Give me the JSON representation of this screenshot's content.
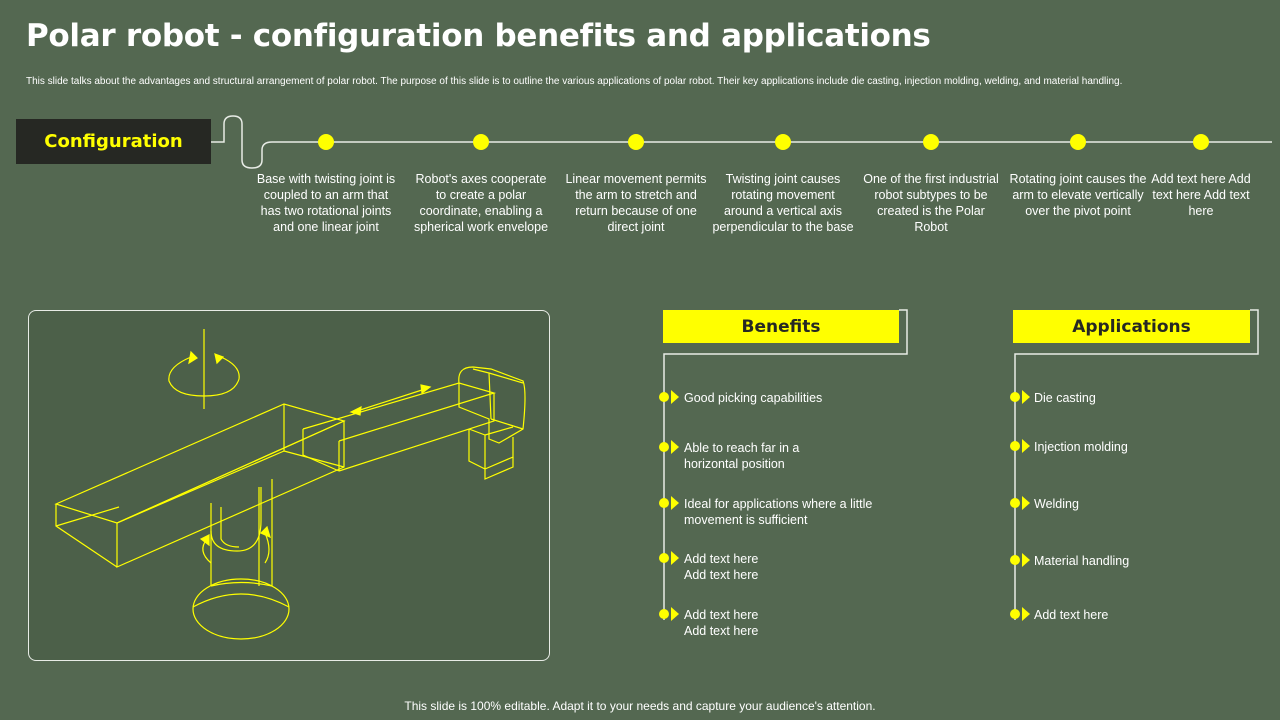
{
  "title": "Polar robot - configuration benefits and applications",
  "subtitle": "This slide talks about the advantages and structural arrangement of polar robot. The purpose of this slide is to outline the various applications of polar robot. Their key applications include die casting, injection molding,  welding, and material handling.",
  "configuration": {
    "label": "Configuration",
    "items": [
      "Base with twisting joint is coupled to an arm that has two rotational joints and one linear joint",
      "Robot's axes cooperate to create a polar coordinate, enabling a spherical work envelope",
      "Linear movement permits the arm to stretch and return because of one direct joint",
      "Twisting joint causes rotating movement around a vertical axis perpendicular to the base",
      "One of the first industrial robot subtypes to be created is the Polar Robot",
      "Rotating joint causes the arm to elevate vertically over the pivot point",
      "Add text here Add text here Add text here"
    ]
  },
  "benefits": {
    "label": "Benefits",
    "items": [
      "Good picking capabilities",
      "Able to reach far in a horizontal position",
      "Ideal for applications where a little movement is sufficient",
      "Add text here Add text here",
      "Add text here Add text here"
    ]
  },
  "applications": {
    "label": "Applications",
    "items": [
      "Die casting",
      "Injection molding",
      "Welding",
      "Material handling",
      "Add text here"
    ]
  },
  "footer": "This slide is 100% editable. Adapt it to your needs and capture your audience's attention.",
  "colors": {
    "background": "#546851",
    "accent": "#ffff00",
    "dark": "#262823",
    "line": "#e8ece6"
  },
  "icons": {
    "robot": "polar-robot-arm-illustration"
  }
}
